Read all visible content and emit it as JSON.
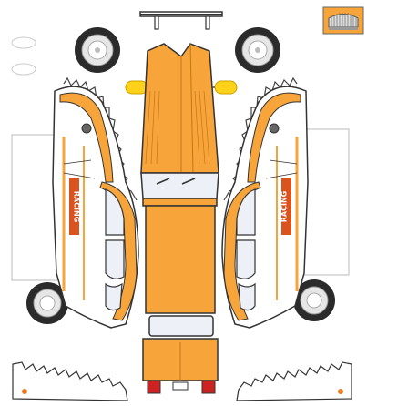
{
  "sheet": {
    "kind": "papercraft car template",
    "decal_text": "RACING",
    "colors": {
      "body": "#f7a53b",
      "body_dark": "#e48a1f",
      "stripe": "#d9531e",
      "outline": "#333333",
      "window": "#eef0f8",
      "white": "#ffffff",
      "headlight": "#ffd21a",
      "tyre": "#2b2b2b",
      "rim": "#e6e6e6",
      "taillight": "#cc2222"
    }
  },
  "parts": {
    "front_bumper": "bumper-part",
    "grille": "grille-part",
    "wheel_front_left": "wheel",
    "wheel_front_right": "wheel",
    "wheel_rear_left": "wheel",
    "wheel_rear_right": "wheel",
    "headlight_left": "headlight",
    "headlight_right": "headlight",
    "hood_roof_trunk": "main-body-strip",
    "side_left": "left-side-panel",
    "side_right": "right-side-panel",
    "fender_rear_left": "fender",
    "fender_rear_right": "fender"
  }
}
